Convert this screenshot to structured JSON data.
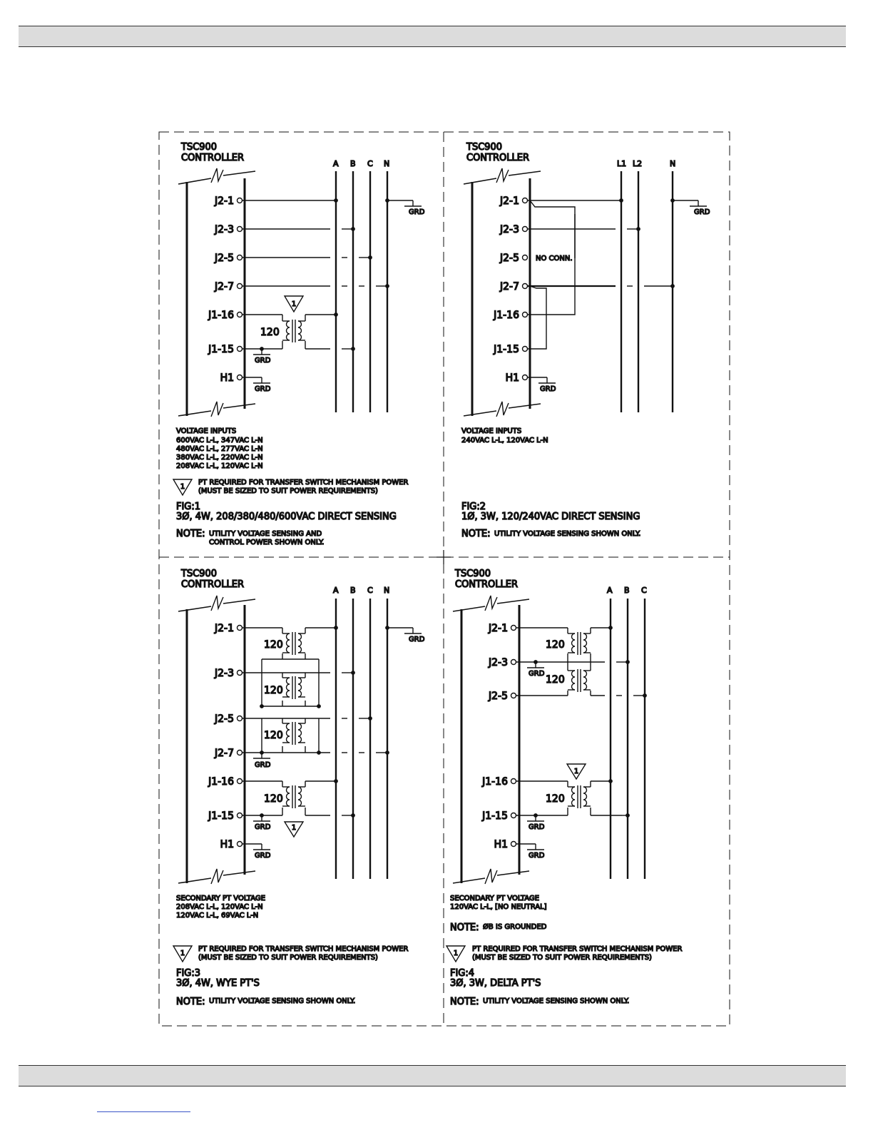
{
  "colors": {
    "line": "#111111",
    "header_bar": "#dcdcdc",
    "link": "#3b55c8"
  },
  "common": {
    "grd": "GRD",
    "pt_num": "1",
    "ratio": "120"
  },
  "fig1": {
    "ctrl1": "TSC900",
    "ctrl2": "CONTROLLER",
    "phases": [
      "A",
      "B",
      "C",
      "N"
    ],
    "pins": [
      "J2-1",
      "J2-3",
      "J2-5",
      "J2-7",
      "J1-16",
      "J1-15",
      "H1"
    ],
    "vin": [
      "VOLTAGE INPUTS",
      "600VAC L-L, 347VAC L-N",
      "480VAC L-L, 277VAC L-N",
      "380VAC L-L, 220VAC L-N",
      "208VAC L-L, 120VAC L-N"
    ],
    "pt_req": [
      "PT REQUIRED FOR TRANSFER SWITCH MECHANISM POWER",
      "(MUST BE SIZED TO SUIT POWER REQUIREMENTS)"
    ],
    "fig": "FIG:1",
    "desc": "3Ø, 4W, 208/380/480/600VAC DIRECT SENSING",
    "note_label": "NOTE:",
    "note": [
      "UTILITY VOLTAGE SENSING AND",
      "CONTROL POWER SHOWN ONLY."
    ]
  },
  "fig2": {
    "ctrl1": "TSC900",
    "ctrl2": "CONTROLLER",
    "phases": [
      "L1",
      "L2",
      "N"
    ],
    "pins": [
      "J2-1",
      "J2-3",
      "J2-5",
      "J2-7",
      "J1-16",
      "J1-15",
      "H1"
    ],
    "no_conn": "NO CONN.",
    "vin": [
      "VOLTAGE INPUTS",
      "240VAC L-L, 120VAC L-N"
    ],
    "fig": "FIG:2",
    "desc": "1Ø, 3W, 120/240VAC DIRECT SENSING",
    "note_label": "NOTE:",
    "note": "UTILITY VOLTAGE SENSING SHOWN ONLY."
  },
  "fig3": {
    "ctrl1": "TSC900",
    "ctrl2": "CONTROLLER",
    "phases": [
      "A",
      "B",
      "C",
      "N"
    ],
    "pins": [
      "J2-1",
      "J2-3",
      "J2-5",
      "J2-7",
      "J1-16",
      "J1-15",
      "H1"
    ],
    "vin": [
      "SECONDARY PT VOLTAGE",
      "208VAC L-L, 120VAC L-N",
      "120VAC L-L, 69VAC L-N"
    ],
    "pt_req": [
      "PT REQUIRED FOR TRANSFER SWITCH MECHANISM POWER",
      "(MUST BE SIZED TO SUIT POWER REQUIREMENTS)"
    ],
    "fig": "FIG:3",
    "desc": "3Ø, 4W, WYE PT'S",
    "note_label": "NOTE:",
    "note": "UTILITY VOLTAGE SENSING SHOWN ONLY."
  },
  "fig4": {
    "ctrl1": "TSC900",
    "ctrl2": "CONTROLLER",
    "phases": [
      "A",
      "B",
      "C"
    ],
    "pins": [
      "J2-1",
      "J2-3",
      "J2-5",
      "J1-16",
      "J1-15",
      "H1"
    ],
    "vin": [
      "SECONDARY PT VOLTAGE",
      "120VAC L-L, [NO NEUTRAL]"
    ],
    "gnd_note_label": "NOTE:",
    "gnd_note": "ØB IS GROUNDED",
    "pt_req": [
      "PT REQUIRED FOR TRANSFER SWITCH MECHANISM POWER",
      "(MUST BE SIZED TO SUIT POWER REQUIREMENTS)"
    ],
    "fig": "FIG:4",
    "desc": "3Ø, 3W, DELTA PT'S",
    "note_label": "NOTE:",
    "note": "UTILITY VOLTAGE SENSING SHOWN ONLY."
  }
}
